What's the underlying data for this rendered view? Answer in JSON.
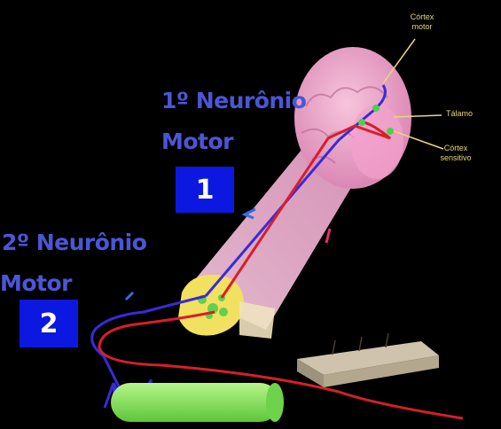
{
  "labels": {
    "cortex_motor": "Córtex motor",
    "talamo": "Tálamo",
    "cortex_sensitivo": "Córtex sensitivo"
  },
  "neuron1": {
    "title_line1": "1º Neurônio",
    "title_line2": "Motor",
    "number": "1"
  },
  "neuron2": {
    "title_line1": "2º Neurônio",
    "title_line2": "Motor",
    "number": "2"
  },
  "colors": {
    "brain": "#f0a8c8",
    "tract": "#f2b0d4",
    "motor_pathway": "#3a2ad8",
    "sensory_pathway": "#d81e2a",
    "label_gold": "#e8d67a",
    "neuron_label": "#4b56d6",
    "number_box": "#0c18e0",
    "muscle": "#88ec5a",
    "skin": "#cfc3ad",
    "spinal_cord": "#f2e060"
  }
}
